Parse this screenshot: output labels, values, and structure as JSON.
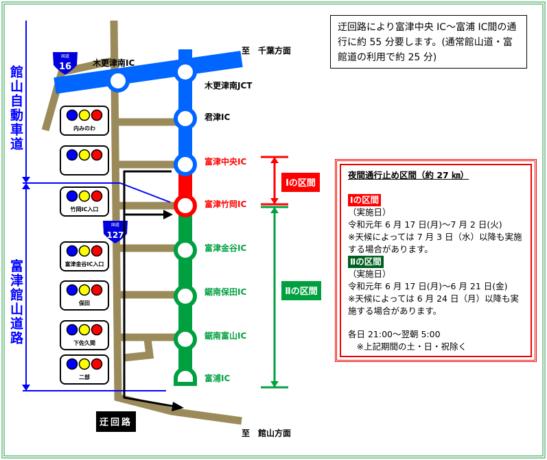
{
  "info_text": "迂回路により富津中央 IC～富浦 IC間の通行に約 55 分要します。(通常館山道・富館道の利用で約 25 分)",
  "left_labels": {
    "upper": "館山自動車道",
    "lower": "富津館山道路"
  },
  "destinations": {
    "north": "至　千葉方面",
    "south": "至　館山方面"
  },
  "routes": {
    "r16": {
      "kind": "国道",
      "num": "16"
    },
    "r127": {
      "kind": "国道",
      "num": "127"
    }
  },
  "interchanges": [
    {
      "name": "木更津南IC",
      "color": "#000000"
    },
    {
      "name": "木更津南JCT",
      "color": "#000000"
    },
    {
      "name": "君津IC",
      "color": "#000000"
    },
    {
      "name": "富津中央IC",
      "color": "#ff0000"
    },
    {
      "name": "富津竹岡IC",
      "color": "#ff0000"
    },
    {
      "name": "富津金谷IC",
      "color": "#00a040"
    },
    {
      "name": "鋸南保田IC",
      "color": "#00a040"
    },
    {
      "name": "鋸南富山IC",
      "color": "#00a040"
    },
    {
      "name": "富浦IC",
      "color": "#00a040"
    }
  ],
  "signals": [
    "内みのわ",
    "",
    "竹岡IC入口",
    "富津金谷IC入口",
    "保田",
    "下佐久間",
    "二部"
  ],
  "sections": {
    "one": "Ⅰの区間",
    "two": "Ⅱの区間"
  },
  "detour_label": "迂回路",
  "night": {
    "title": "夜間通行止め区間（約 27 ㎞）",
    "sec1": "Ⅰの区間",
    "sec1_sub": "（実施日）",
    "sec1_date": "令和元年 6 月 17 日(月)～7 月 2 日(火)",
    "sec1_note": "※天候によっては 7 月 3 日（水）以降も実施する場合があります。",
    "sec2": "Ⅱの区間",
    "sec2_sub": "（実施日）",
    "sec2_date": "令和元年 6 月 17 日(月)～6 月 21 日(金)",
    "sec2_note": "※天候によっては 6 月 24 日（月）以降も実施する場合があります。",
    "hours": "各日 21:00～翌朝 5:00",
    "exclude": "　※上記期間の土・日・祝除く"
  },
  "colors": {
    "expressway": "#0066ff",
    "section1": "#ff0000",
    "section2": "#00a040",
    "road": "#9b8b5b"
  }
}
